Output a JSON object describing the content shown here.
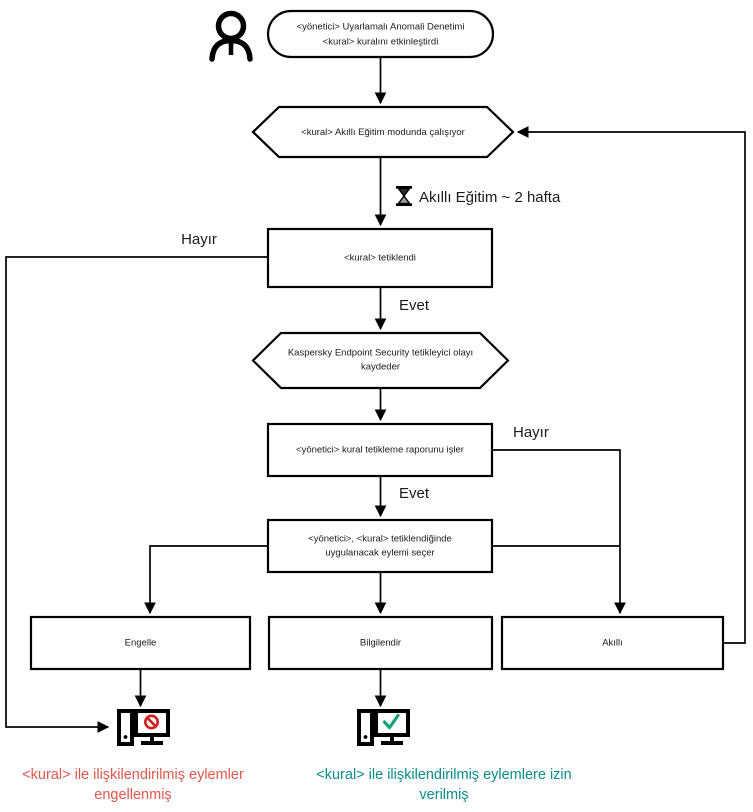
{
  "diagram": {
    "title": "Adaptive Anomaly Control rule flow",
    "language": "tr",
    "colors": {
      "line": "#000000",
      "node_fill": "#ffffff",
      "text": "#1a1a1a",
      "blocked_caption": "#e2574c",
      "allowed_caption": "#0b8c8c",
      "block_icon_accent": "#d32020",
      "allow_icon_accent": "#14a07a"
    },
    "actor": {
      "icon": "person-actor-icon",
      "label": ""
    },
    "nodes": {
      "start": {
        "shape": "rounded-rect",
        "line1": "<yönetici> Uyarlamalı Anomali Denetimi",
        "line2": "<kural> kuralını etkinleştirdi"
      },
      "smart_training": {
        "shape": "hexagon",
        "line1": "<kural> Akıllı Eğitim modunda çalışıyor"
      },
      "rule_triggered": {
        "shape": "rect",
        "line1": "<kural> tetiklendi"
      },
      "kes_logs_event": {
        "shape": "hexagon",
        "line1": "Kaspersky Endpoint Security tetikleyici olayı",
        "line2": "kaydeder"
      },
      "admin_processes_report": {
        "shape": "rect",
        "line1": "<yönetici> kural tetikleme raporunu işler"
      },
      "admin_selects_action": {
        "shape": "rect",
        "line1": "<yönetici>, <kural> tetiklendiğinde",
        "line2": "uygulanacak eylemi seçer"
      },
      "action_block": {
        "shape": "rect",
        "line1": "Engelle"
      },
      "action_inform": {
        "shape": "rect",
        "line1": "Bilgilendir"
      },
      "action_smart": {
        "shape": "rect",
        "line1": "Akıllı"
      }
    },
    "annotations": {
      "training_duration": {
        "icon": "hourglass-icon",
        "text": "Akıllı Eğitim ~ 2 hafta"
      }
    },
    "edge_labels": {
      "triggered_no": "Hayır",
      "triggered_yes": "Evet",
      "report_no": "Hayır",
      "report_yes": "Evet"
    },
    "outcomes": {
      "blocked": {
        "icon": "computer-blocked-icon",
        "line1": "<kural> ile ilişkilendirilmiş eylemler",
        "line2": "engellenmiş"
      },
      "allowed": {
        "icon": "computer-allowed-icon",
        "line1": "<kural> ile ilişkilendirilmiş eylemlere izin",
        "line2": "verilmiş"
      }
    }
  }
}
